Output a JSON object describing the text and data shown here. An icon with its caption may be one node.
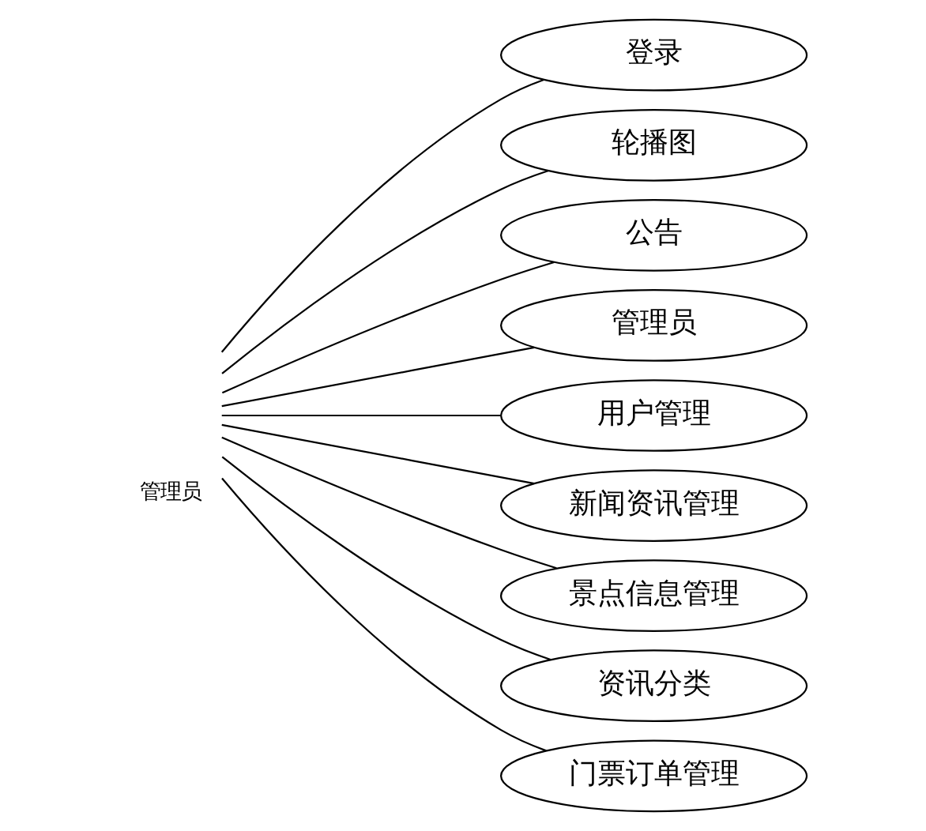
{
  "diagram": {
    "nodes": [
      {
        "text": [
          "管理员"
        ]
      },
      {
        "text": [
          "登录"
        ]
      },
      {
        "text": [
          "轮播图"
        ]
      },
      {
        "text": [
          "公告"
        ]
      },
      {
        "text": [
          "管理员"
        ]
      },
      {
        "text": [
          "用户管理"
        ]
      },
      {
        "text": [
          "新闻资讯管理"
        ]
      },
      {
        "text": [
          "景点信息管理"
        ]
      },
      {
        "text": [
          "资讯分类"
        ]
      },
      {
        "text": [
          "门票订单管理"
        ]
      }
    ],
    "edges": [
      {
        "from": 0,
        "to": 1,
        "arrow": "none"
      },
      {
        "from": 0,
        "to": 2,
        "arrow": "none"
      },
      {
        "from": 0,
        "to": 3,
        "arrow": "none"
      },
      {
        "from": 0,
        "to": 4,
        "arrow": "none"
      },
      {
        "from": 0,
        "to": 5,
        "arrow": "none"
      },
      {
        "from": 0,
        "to": 6,
        "arrow": "none"
      },
      {
        "from": 0,
        "to": 7,
        "arrow": "none"
      },
      {
        "from": 0,
        "to": 8,
        "arrow": "none"
      },
      {
        "from": 0,
        "to": 9,
        "arrow": "none"
      }
    ]
  }
}
